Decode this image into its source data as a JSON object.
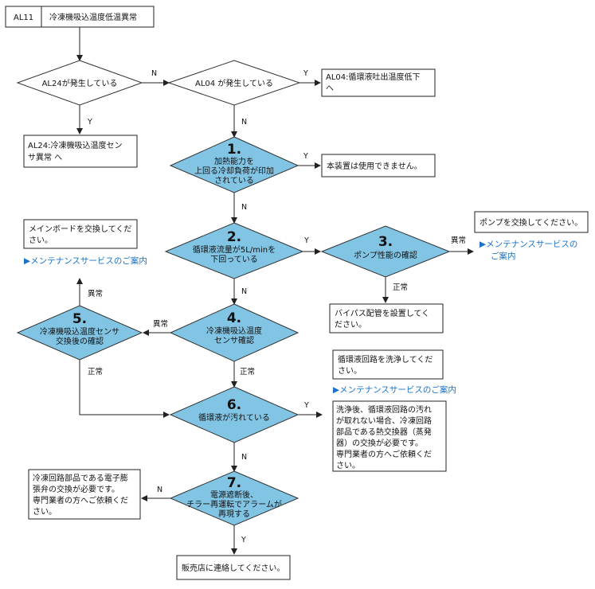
{
  "header": {
    "code": "AL11",
    "title": "冷凍機吸込温度低温異常"
  },
  "decisions": {
    "al24": "AL24が発生している",
    "al04": "AL04 が発生している",
    "d1": {
      "num": "1.",
      "lines": [
        "加熱能力を",
        "上回る冷却負荷が印加",
        "されている"
      ]
    },
    "d2": {
      "num": "2.",
      "lines": [
        "循環液流量が5L/minを",
        "下回っている"
      ]
    },
    "d3": {
      "num": "3.",
      "lines": [
        "ポンプ性能の確認"
      ]
    },
    "d4": {
      "num": "4.",
      "lines": [
        "冷凍機吸込温度",
        "センサ確認"
      ]
    },
    "d5": {
      "num": "5.",
      "lines": [
        "冷凍機吸込温度センサ",
        "交換後の確認"
      ]
    },
    "d6": {
      "num": "6.",
      "lines": [
        "循環液が汚れている"
      ]
    },
    "d7": {
      "num": "7.",
      "lines": [
        "電源遮断後、",
        "チラー再運転でアラームが",
        "再現する"
      ]
    }
  },
  "boxes": {
    "al04_low": [
      "AL04:循環液吐出温度低下",
      "へ"
    ],
    "al24_sensor": [
      "AL24:冷凍機吸込温度セン",
      "サ異常 へ"
    ],
    "unusable": [
      "本装置は使用できません。"
    ],
    "pump_replace": [
      "ポンプを交換してください。"
    ],
    "mainboard": [
      "メインボードを交換してくだ",
      "さい。"
    ],
    "bypass": [
      "バイパス配管を設置してく",
      "ださい。"
    ],
    "wash": [
      "循環液回路を洗浄してくだ",
      "さい。"
    ],
    "heat_exchanger": [
      "洗浄後、循環液回路の汚れ",
      "が取れない場合、冷凍回路",
      "部品である熱交換器（蒸発",
      "器）の交換が必要です。",
      "専門業者の方へご依頼くだ",
      "さい。"
    ],
    "expansion_valve": [
      "冷凍回路部品である電子膨",
      "張弁の交換が必要です。",
      "専門業者の方へご依頼くだ",
      "さい。"
    ],
    "contact": [
      "販売店に連絡してください。"
    ]
  },
  "links": {
    "service_right": [
      "▶メンテナンスサービスの",
      "ご案内"
    ],
    "service_left": "▶メンテナンスサービスのご案内",
    "service_mid": "▶メンテナンスサービスのご案内"
  },
  "labels": {
    "yes": "Y",
    "no": "N",
    "abnormal": "異常",
    "normal": "正常"
  }
}
